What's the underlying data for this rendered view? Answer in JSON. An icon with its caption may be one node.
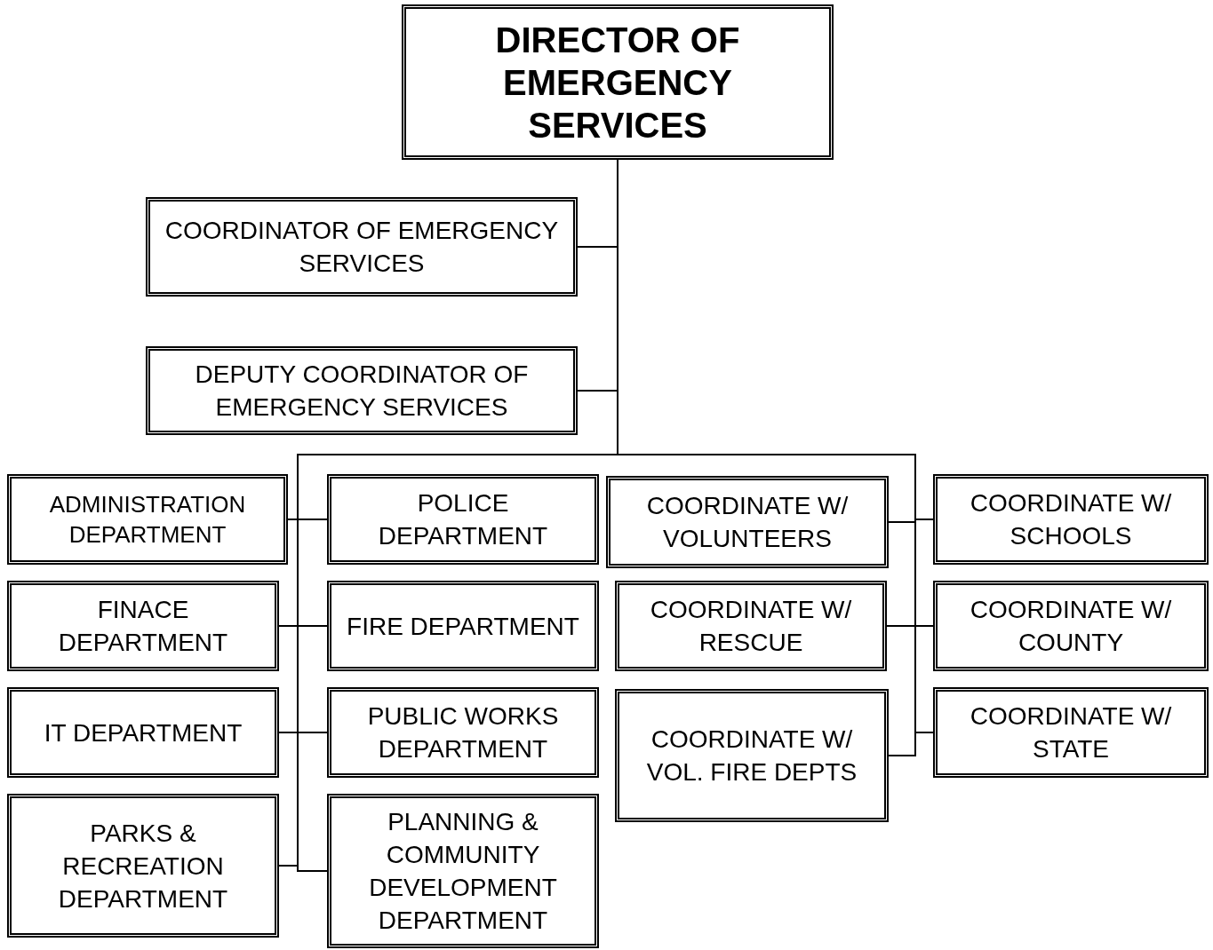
{
  "diagram": {
    "nodes": [
      {
        "text": [
          "DIRECTOR OF EMERGENCY SERVICES"
        ]
      },
      {
        "text": [
          "COORDINATOR OF EMERGENCY SERVICES"
        ]
      },
      {
        "text": [
          "DEPUTY COORDINATOR OF EMERGENCY SERVICES"
        ]
      },
      {
        "text": [
          "ADMINISTRATION DEPARTMENT"
        ]
      },
      {
        "text": [
          "POLICE DEPARTMENT"
        ]
      },
      {
        "text": [
          "COORDINATE W/ VOLUNTEERS"
        ]
      },
      {
        "text": [
          "COORDINATE W/ SCHOOLS"
        ]
      },
      {
        "text": [
          "FINACE DEPARTMENT"
        ]
      },
      {
        "text": [
          "FIRE DEPARTMENT"
        ]
      },
      {
        "text": [
          "COORDINATE W/ RESCUE"
        ]
      },
      {
        "text": [
          "COORDINATE W/ COUNTY"
        ]
      },
      {
        "text": [
          "IT DEPARTMENT"
        ]
      },
      {
        "text": [
          "PUBLIC WORKS DEPARTMENT"
        ]
      },
      {
        "text": [
          "COORDINATE W/ VOL. FIRE DEPTS"
        ]
      },
      {
        "text": [
          "COORDINATE W/ STATE"
        ]
      },
      {
        "text": [
          "PARKS & RECREATION DEPARTMENT"
        ]
      },
      {
        "text": [
          "PLANNING & COMMUNITY DEVELOPMENT DEPARTMENT"
        ]
      }
    ],
    "edges": [
      {
        "from": 0,
        "to": 1,
        "arrow": "none"
      },
      {
        "from": 0,
        "to": 2,
        "arrow": "none"
      },
      {
        "from": 0,
        "to": 3,
        "arrow": "none"
      },
      {
        "from": 0,
        "to": 4,
        "arrow": "none"
      },
      {
        "from": 0,
        "to": 5,
        "arrow": "none"
      },
      {
        "from": 0,
        "to": 6,
        "arrow": "none"
      },
      {
        "from": 0,
        "to": 7,
        "arrow": "none"
      },
      {
        "from": 0,
        "to": 8,
        "arrow": "none"
      },
      {
        "from": 0,
        "to": 9,
        "arrow": "none"
      },
      {
        "from": 0,
        "to": 10,
        "arrow": "none"
      },
      {
        "from": 0,
        "to": 11,
        "arrow": "none"
      },
      {
        "from": 0,
        "to": 12,
        "arrow": "none"
      },
      {
        "from": 0,
        "to": 13,
        "arrow": "none"
      },
      {
        "from": 0,
        "to": 14,
        "arrow": "none"
      },
      {
        "from": 0,
        "to": 15,
        "arrow": "none"
      },
      {
        "from": 0,
        "to": 16,
        "arrow": "none"
      }
    ]
  }
}
